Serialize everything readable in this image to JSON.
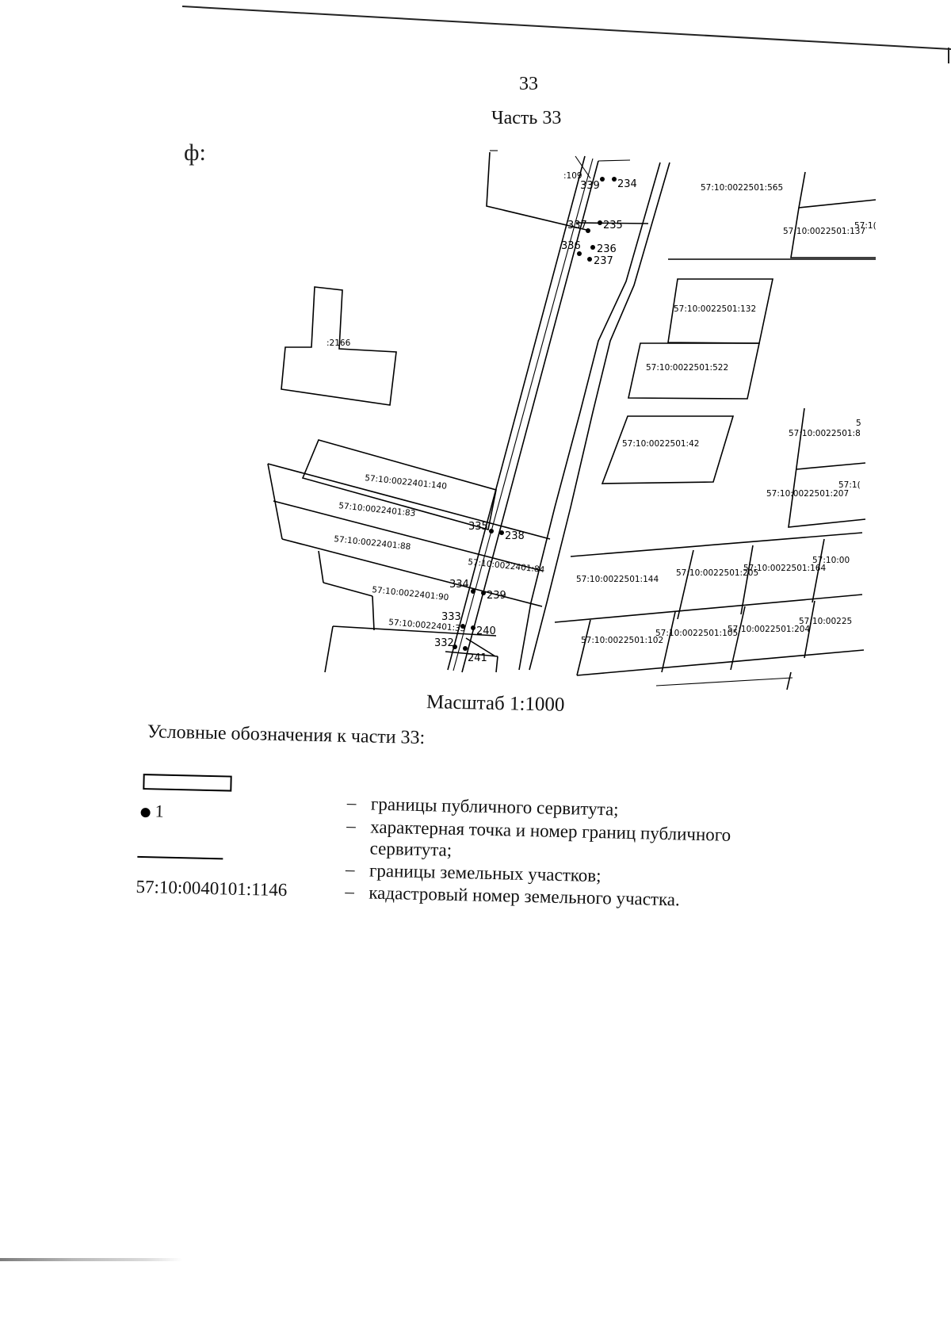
{
  "page_number": "33",
  "part_title": "Часть 33",
  "stray_mark": "ф:",
  "scale": "Масштаб 1:1000",
  "map": {
    "parcels": [
      {
        "id": "p565",
        "label": "57:10:0022501:565"
      },
      {
        "id": "p137",
        "label": "57:10:0022501:137"
      },
      {
        "id": "p137b",
        "label": "57:1("
      },
      {
        "id": "p132",
        "label": "57:10:0022501:132"
      },
      {
        "id": "p522",
        "label": "57:10:0022501:522"
      },
      {
        "id": "p42",
        "label": "57:10:0022501:42"
      },
      {
        "id": "p8",
        "label": "57:10:0022501:8"
      },
      {
        "id": "p8b",
        "label": "5"
      },
      {
        "id": "p207",
        "label": "57:10:0022501:207"
      },
      {
        "id": "p207b",
        "label": "57:1("
      },
      {
        "id": "p144",
        "label": "57:10:0022501:144"
      },
      {
        "id": "p205",
        "label": "57:10:0022501:205"
      },
      {
        "id": "p164",
        "label": "57:10:0022501:164"
      },
      {
        "id": "p164b",
        "label": "57:10:00"
      },
      {
        "id": "p102",
        "label": "57:10:0022501:102"
      },
      {
        "id": "p105",
        "label": "57:10:0022501:105"
      },
      {
        "id": "p204",
        "label": "57:10:0022501:204"
      },
      {
        "id": "p225",
        "label": "57:10:00225"
      },
      {
        "id": "p140",
        "label": "57:10:0022401:140"
      },
      {
        "id": "p83",
        "label": "57:10:0022401:83"
      },
      {
        "id": "p88",
        "label": "57:10:0022401:88"
      },
      {
        "id": "p84",
        "label": "57:10:0022401:84"
      },
      {
        "id": "p90",
        "label": "57:10:0022401:90"
      },
      {
        "id": "p33",
        "label": "57:10:0022401:33"
      },
      {
        "id": "p109",
        "label": ":109"
      },
      {
        "id": "p2166",
        "label": ":2166"
      }
    ],
    "points": [
      "339",
      "234",
      "337",
      "235",
      "336",
      "236",
      "237",
      "335",
      "238",
      "334",
      "239",
      "333",
      "240",
      "332",
      "241"
    ]
  },
  "legend": {
    "title": "Условные обозначения к части 33:",
    "dot_symbol_label": "1",
    "cadastral_example": "57:10:0040101:1146",
    "dash": "–",
    "items": [
      {
        "text": "границы публичного сервитута;"
      },
      {
        "text": "характерная точка и номер границ публичного сервитута;"
      },
      {
        "text": "границы земельных участков;"
      },
      {
        "text": "кадастровый номер земельного участка."
      }
    ]
  }
}
